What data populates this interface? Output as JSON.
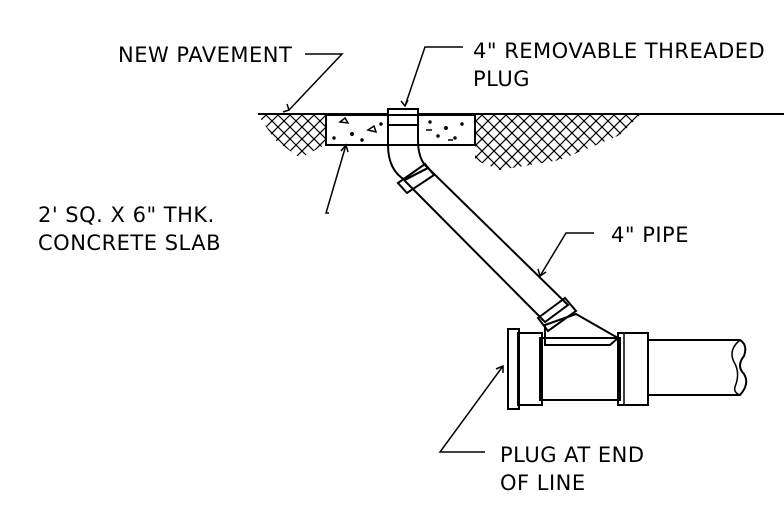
{
  "labels": {
    "new_pavement": "NEW PAVEMENT",
    "plug_line1": "4\" REMOVABLE THREADED",
    "plug_line2": "PLUG",
    "slab_line1": "2' SQ. X 6\" THK.",
    "slab_line2": "CONCRETE SLAB",
    "pipe": "4\" PIPE",
    "end_plug_line1": "PLUG AT END",
    "end_plug_line2": "OF LINE"
  },
  "colors": {
    "ink": "#000000",
    "background": "#ffffff"
  }
}
